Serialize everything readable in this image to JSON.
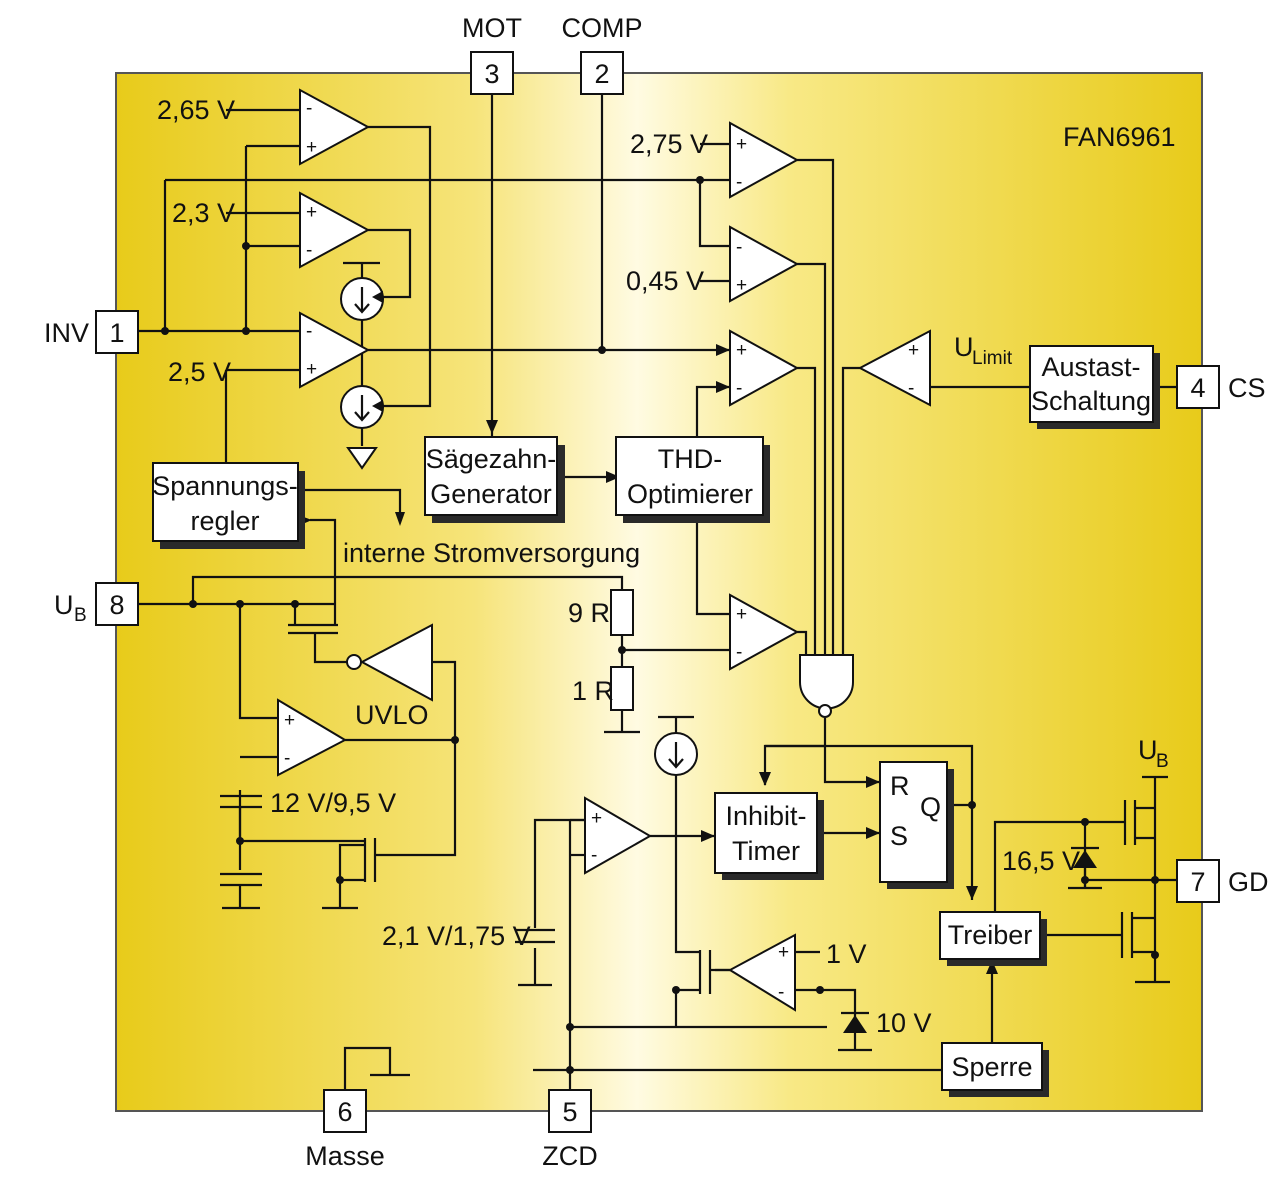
{
  "chip_name": "FAN6961",
  "pins": {
    "p1": {
      "num": "1",
      "name": "INV"
    },
    "p2": {
      "num": "2",
      "name": "COMP"
    },
    "p3": {
      "num": "3",
      "name": "MOT"
    },
    "p4": {
      "num": "4",
      "name": "CS"
    },
    "p5": {
      "num": "5",
      "name": "ZCD"
    },
    "p6": {
      "num": "6",
      "name": "Masse"
    },
    "p7": {
      "num": "7",
      "name": "GD"
    },
    "p8": {
      "num": "8",
      "name": "U",
      "sub": "B"
    }
  },
  "voltages": {
    "v265": "2,65 V",
    "v23": "2,3 V",
    "v25": "2,5 V",
    "v275": "2,75 V",
    "v045": "0,45 V",
    "v12": "12 V/9,5 V",
    "v21": "2,1 V/1,75 V",
    "v1": "1 V",
    "v10": "10 V",
    "v165": "16,5 V"
  },
  "blocks": {
    "saege_1": "Sägezahn-",
    "saege_2": "Generator",
    "thd_1": "THD-",
    "thd_2": "Optimierer",
    "spann_1": "Spannungs-",
    "spann_2": "regler",
    "austast_1": "Austast-",
    "austast_2": "Schaltung",
    "inhibit_1": "Inhibit-",
    "inhibit_2": "Timer",
    "treiber": "Treiber",
    "sperre": "Sperre"
  },
  "labels": {
    "interne": "interne Stromversorgung",
    "uvlo": "UVLO",
    "ulimit_main": "U",
    "ulimit_sub": "Limit",
    "ub_top_main": "U",
    "ub_top_sub": "B",
    "res9": "9 R",
    "res1": "1 R",
    "ff_r": "R",
    "ff_s": "S",
    "ff_q": "Q",
    "plus": "+",
    "minus": "-"
  },
  "colors": {
    "chip_edge": "#e9cc1c",
    "chip_center": "#fff9d6",
    "line": "#111111"
  }
}
